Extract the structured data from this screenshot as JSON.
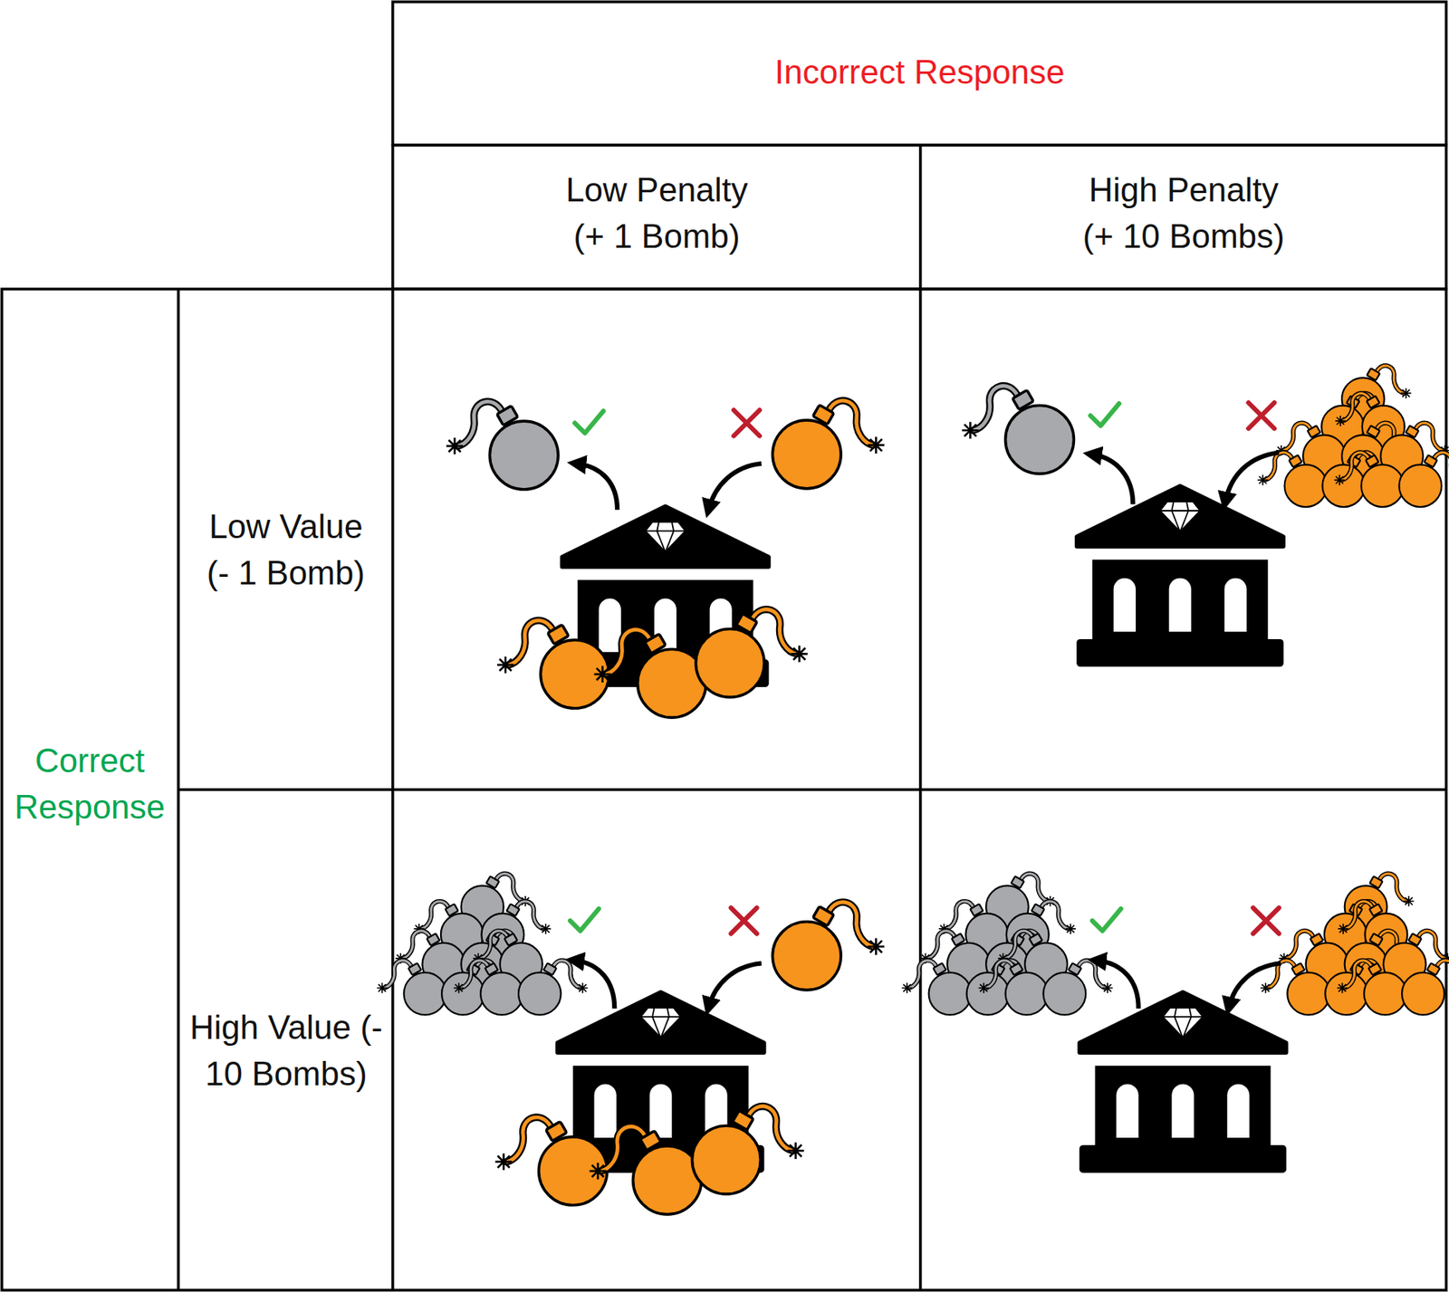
{
  "diagram": {
    "labels": [
      "Incorrect Response",
      "Low Penalty (+ 1 Bomb)",
      "High Penalty (+ 10 Bombs)",
      "Correct Response",
      "Low Value (- 1 Bomb)",
      "High Value (- 10 Bombs)"
    ]
  }
}
